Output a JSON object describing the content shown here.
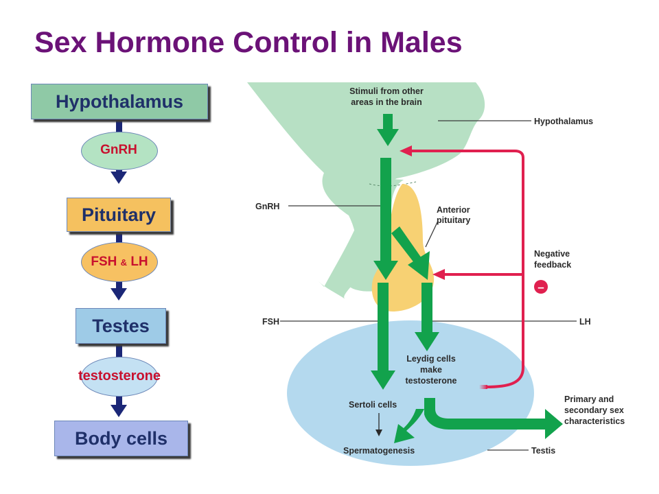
{
  "title": "Sex Hormone Control in Males",
  "flowchart": {
    "nodes": [
      "Hypothalamus",
      "Pituitary",
      "Testes",
      "Body cells"
    ],
    "hormones": {
      "gnrh": "GnRH",
      "fsh": "FSH",
      "amp": "&",
      "lh": "LH",
      "testosterone": "testosterone"
    }
  },
  "diagram": {
    "stimuli_line1": "Stimuli from other",
    "stimuli_line2": "areas in the brain",
    "hypothalamus": "Hypothalamus",
    "gnrh": "GnRH",
    "anterior_line1": "Anterior",
    "anterior_line2": "pituitary",
    "negative_line1": "Negative",
    "negative_line2": "feedback",
    "minus": "–",
    "fsh": "FSH",
    "lh": "LH",
    "leydig_line1": "Leydig cells",
    "leydig_line2": "make",
    "leydig_line3": "testosterone",
    "sertoli": "Sertoli cells",
    "spermatogenesis": "Spermatogenesis",
    "primary_line1": "Primary and",
    "primary_line2": "secondary sex",
    "primary_line3": "characteristics",
    "testis": "Testis"
  },
  "colors": {
    "title": "#6b1277",
    "hypothalamus_box": "#8fc9a6",
    "pituitary_box": "#f5c15f",
    "testes_box": "#9ecbe7",
    "body_box": "#a9b6ea",
    "arrow": "#1b2777",
    "hormone_text": "#c8102e",
    "green_arrow": "#12a24c",
    "feedback": "#e0204f"
  }
}
